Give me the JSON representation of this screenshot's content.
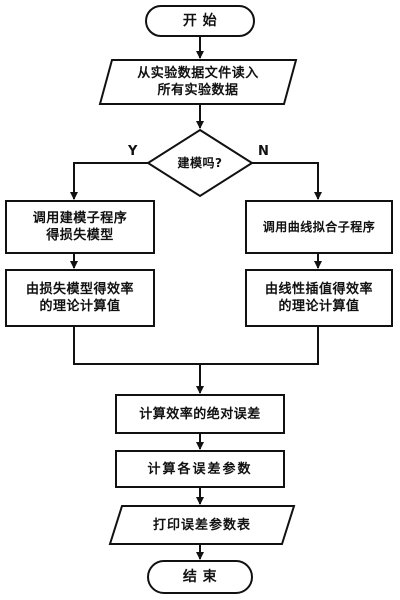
{
  "flowchart": {
    "start": "开  始",
    "read_data": "从实验数据文件读入\n所有实验数据",
    "decision": "建模吗?",
    "yes_label": "Y",
    "no_label": "N",
    "call_model": "调用建模子程序\n得损失模型",
    "call_curve_fit": "调用曲线拟合子程序",
    "efficiency_from_loss_model": "由损失模型得效率\n的理论计算值",
    "efficiency_from_interpolation": "由线性插值得效率\n的理论计算值",
    "absolute_error": "计算效率的绝对误差",
    "error_params": "计算各误差参数",
    "print_table": "打印误差参数表",
    "end": "结  束"
  },
  "colors": {
    "stroke": "#111111",
    "background": "#ffffff",
    "text": "#111111"
  }
}
